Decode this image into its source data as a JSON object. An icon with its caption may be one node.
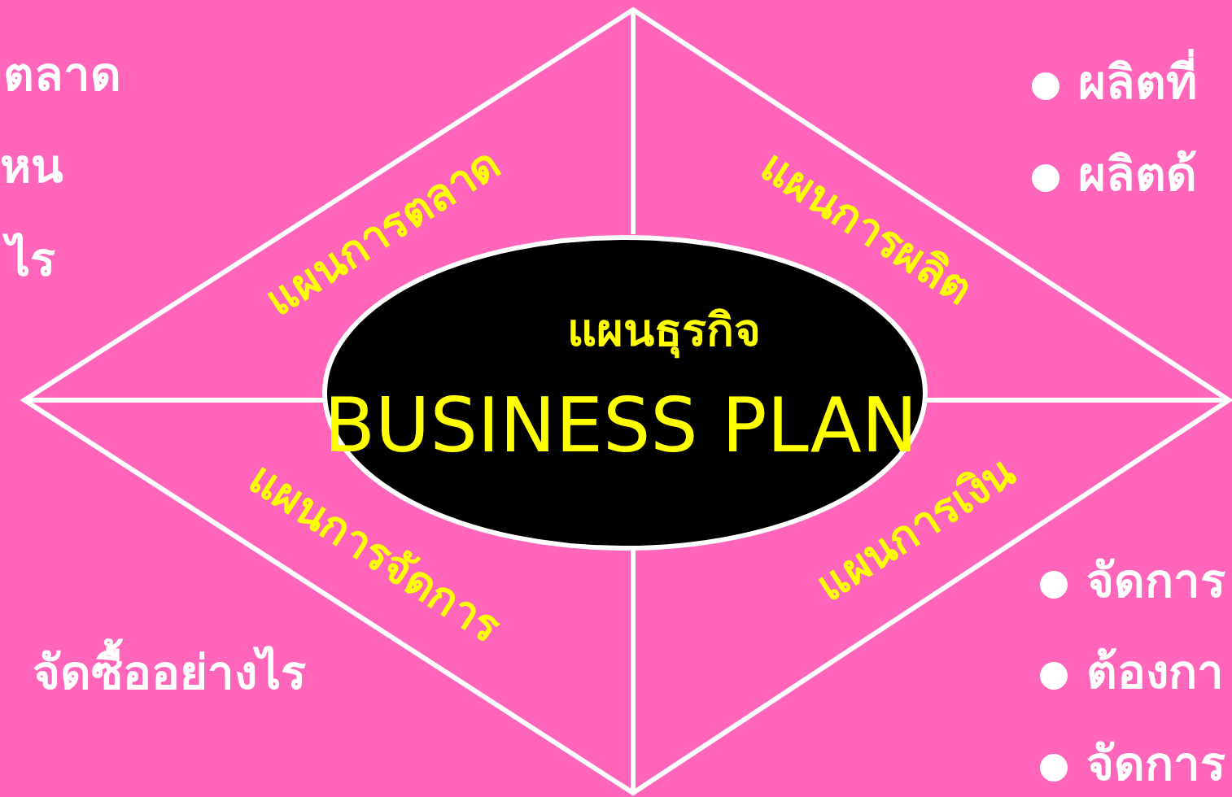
{
  "diagram": {
    "nodes": [
      {
        "text": [],
        "shape": "diamond"
      },
      {
        "text": [
          "แผนธุรกิจ",
          "BUSINESS PLAN"
        ],
        "in": 0
      }
    ],
    "edges": [],
    "labels": [
      "ตลาด",
      "ผลิตที่",
      "หน",
      "ผลิตด้",
      "แผนการตลาด",
      "แผนการผลิต",
      "ไร",
      "แผนการจัดการ",
      "แผนการเงิน",
      "จัดการ",
      "ต้องกา",
      "จัดซื้ออย่างไร",
      "จัดการ"
    ]
  }
}
